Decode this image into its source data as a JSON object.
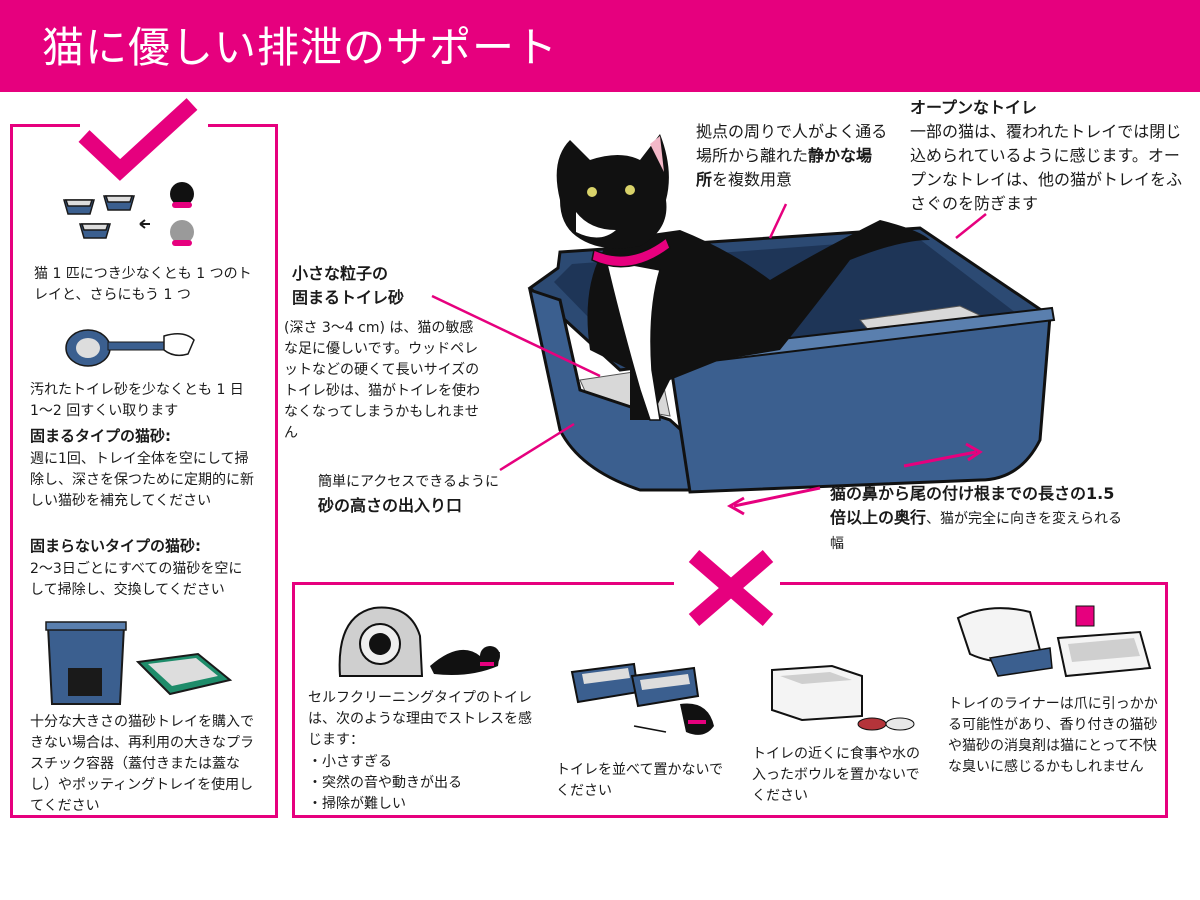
{
  "title": "猫に優しい排泄のサポート",
  "colors": {
    "accent": "#e6007e",
    "tray_blue": "#3b5f8f",
    "litter": "#d8d8d8"
  },
  "good": {
    "tray_count": {
      "text": "猫 1 匹につき少なくとも 1 つのトレイと、さらにもう 1 つ"
    },
    "scooping": {
      "text": "汚れたトイレ砂を少なくとも 1 日 1～2 回すくい取ります"
    },
    "clumping": {
      "heading": "固まるタイプの猫砂:",
      "text": "週に1回、トレイ全体を空にして掃除し、深さを保つために定期的に新しい猫砂を補充してください"
    },
    "non_clumping": {
      "heading": "固まらないタイプの猫砂:",
      "text": "2～3日ごとにすべての猫砂を空にして掃除し、交換してください"
    },
    "alternative": {
      "text": "十分な大きさの猫砂トレイを購入できない場合は、再利用の大きなプラスチック容器（蓋付きまたは蓋なし）やポッティングトレイを使用してください"
    }
  },
  "main": {
    "quiet_place": {
      "pre": "拠点の周りで人がよく通る場所から離れた",
      "bold": "静かな場所",
      "post": "を複数用意"
    },
    "open_tray": {
      "heading": "オープンなトイレ",
      "text": "一部の猫は、覆われたトレイでは閉じ込められているように感じます。オープンなトレイは、他の猫がトレイをふさぐのを防ぎます"
    },
    "fine_litter": {
      "heading_line1": "小さな粒子の",
      "heading_line2": "固まるトイレ砂",
      "text": "(深さ 3～4 cm) は、猫の敏感な足に優しいです。ウッドペレットなどの硬くて長いサイズのトイレ砂は、猫がトイレを使わなくなってしまうかもしれません"
    },
    "entrance": {
      "line1": "簡単にアクセスできるように",
      "bold": "砂の高さの出入り口"
    },
    "length": {
      "bold1": "猫の鼻から尾の付け根までの長さ",
      "bold2": "の1.5倍以上の奥行",
      "post": "、猫が完全に向きを変えられる幅"
    }
  },
  "bad": {
    "self_cleaning": {
      "intro": "セルフクリーニングタイプのトイレは、次のような理由でストレスを感じます：",
      "reasons": [
        "・小さすぎる",
        "・突然の音や動きが出る",
        "・掃除が難しい"
      ]
    },
    "side_by_side": {
      "text": "トイレを並べて置かないでください"
    },
    "near_food": {
      "text": "トイレの近くに食事や水の入ったボウルを置かないでください"
    },
    "liners": {
      "text": "トレイのライナーは爪に引っかかる可能性があり、香り付きの猫砂や猫砂の消臭剤は猫にとって不快な臭いに感じるかもしれません"
    }
  }
}
